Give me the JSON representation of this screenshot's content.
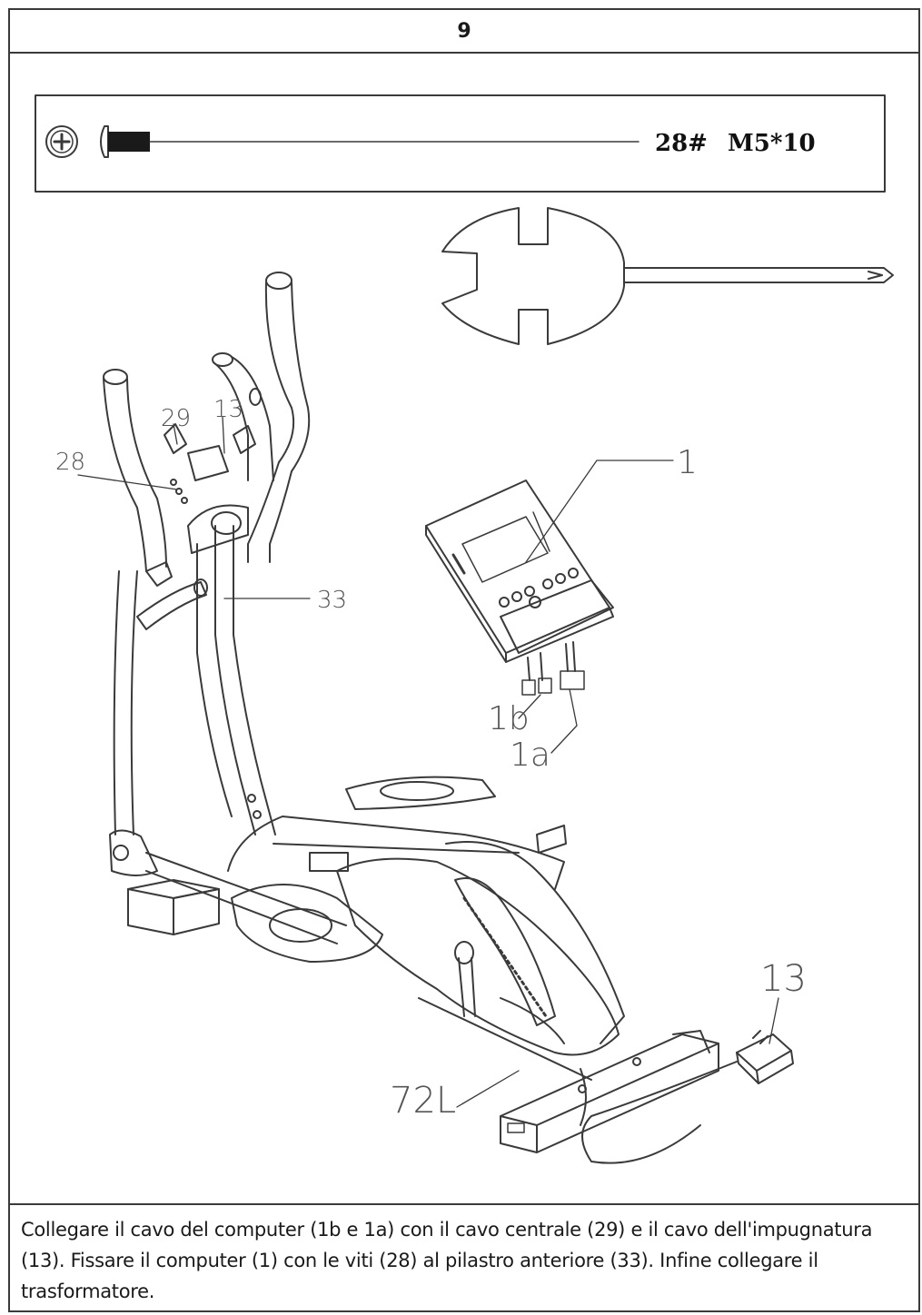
{
  "page": {
    "step_number": "9"
  },
  "hardware": {
    "part_number": "28#",
    "size": "M5*10",
    "head_icon": "phillips-screw-head-icon"
  },
  "callouts": {
    "screws": "28",
    "center_cable": "29",
    "handle_cable": "13",
    "computer": "1",
    "front_post": "33",
    "computer_cable_b": "1b",
    "computer_cable_a": "1a",
    "adapter": "13",
    "base_part": "72L"
  },
  "instructions": {
    "text": "Collegare il cavo del computer (1b e 1a) con il cavo centrale (29) e il cavo dell'impugnatura (13). Fissare il computer (1) con le viti (28) al pilastro anteriore (33). Infine collegare il trasformatore."
  },
  "colors": {
    "line": "#3a3a3a",
    "text": "#1a1a1a"
  }
}
